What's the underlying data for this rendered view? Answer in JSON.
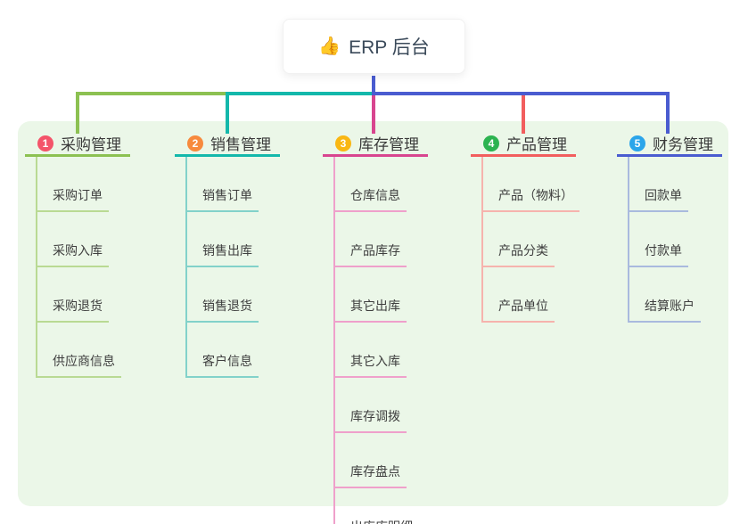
{
  "root": {
    "icon": "thumbs-up",
    "icon_glyph": "👍",
    "label": "ERP 后台"
  },
  "panel_background": "#ebf7e8",
  "branches": [
    {
      "num": "1",
      "title": "采购管理",
      "badge": "#f4546a",
      "accent": "#8cc152",
      "light": "#b9da93",
      "children": [
        "采购订单",
        "采购入库",
        "采购退货",
        "供应商信息"
      ]
    },
    {
      "num": "2",
      "title": "销售管理",
      "badge": "#f78a3d",
      "accent": "#14b8ab",
      "light": "#82d2ca",
      "children": [
        "销售订单",
        "销售出库",
        "销售退货",
        "客户信息"
      ]
    },
    {
      "num": "3",
      "title": "库存管理",
      "badge": "#f9b712",
      "accent": "#d8458f",
      "light": "#efa0cb",
      "children": [
        "仓库信息",
        "产品库存",
        "其它出库",
        "其它入库",
        "库存调拨",
        "库存盘点",
        "出库库明细"
      ]
    },
    {
      "num": "4",
      "title": "产品管理",
      "badge": "#2cb350",
      "accent": "#f25e5e",
      "light": "#f6b3ad",
      "children": [
        "产品（物料）",
        "产品分类",
        "产品单位"
      ]
    },
    {
      "num": "5",
      "title": "财务管理",
      "badge": "#2ba5ea",
      "accent": "#4a5cd0",
      "light": "#a9bade",
      "children": [
        "回款单",
        "付款单",
        "结算账户"
      ]
    }
  ]
}
